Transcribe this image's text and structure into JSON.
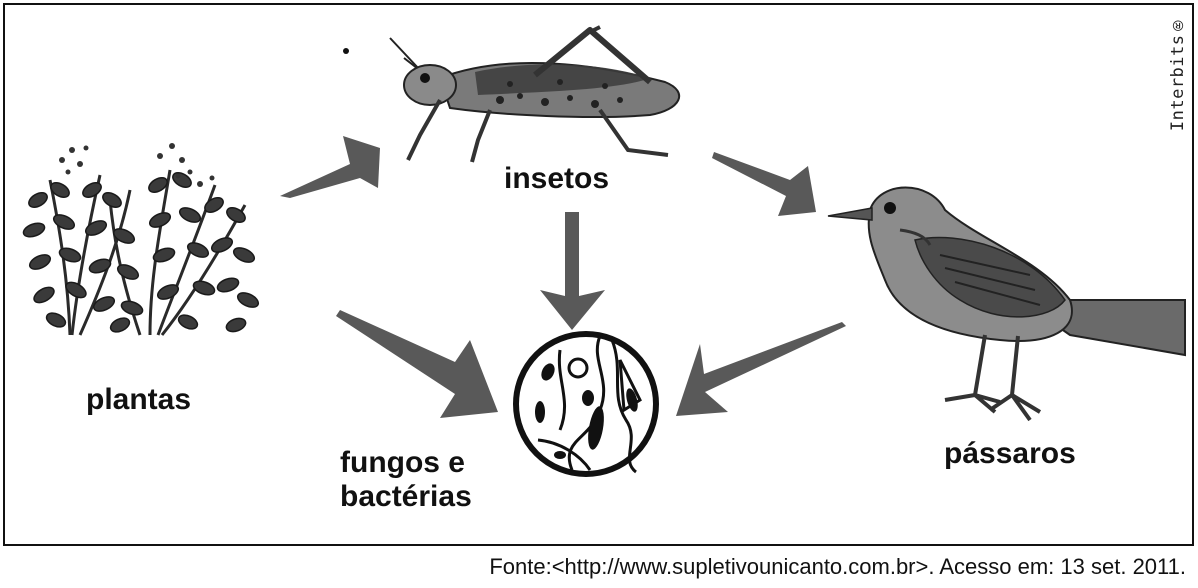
{
  "nodes": {
    "insetos": "insetos",
    "plantas": "plantas",
    "fungos_line1": "fungos e",
    "fungos_line2": "bactérias",
    "passaros": "pássaros"
  },
  "edges": [
    {
      "from": "plantas",
      "to": "insetos"
    },
    {
      "from": "insetos",
      "to": "pássaros"
    },
    {
      "from": "insetos",
      "to": "fungos e bactérias"
    },
    {
      "from": "plantas",
      "to": "fungos e bactérias"
    },
    {
      "from": "pássaros",
      "to": "fungos e bactérias"
    }
  ],
  "credit": "Interbits®",
  "source": "Fonte:<http://www.supletivounicanto.com.br>. Acesso em: 13 set. 2011.",
  "colors": {
    "arrow": "#595959",
    "ink": "#111111"
  }
}
